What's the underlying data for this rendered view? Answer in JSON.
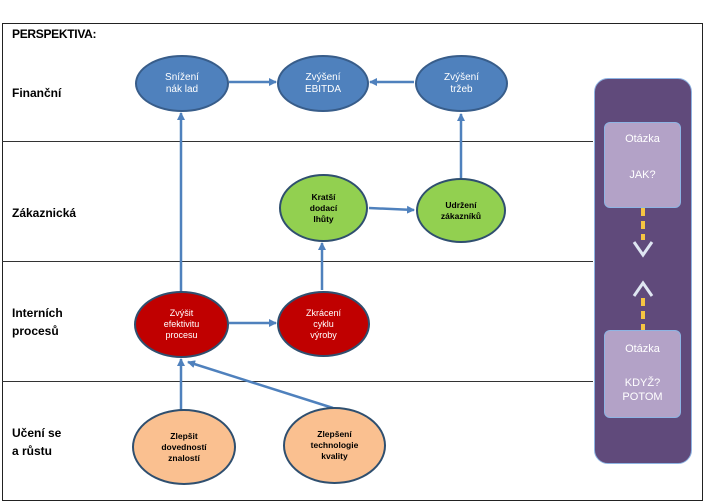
{
  "title": "PERSPEKTIVA:",
  "rows": {
    "financni": "Finanční",
    "zakaznicka": "Zákaznická",
    "interni_line1": "Interních",
    "interni_line2": "procesů",
    "uceni_line1": "Učení se",
    "uceni_line2": "a růstu"
  },
  "nodes": {
    "snizeni_nakladu": [
      "Snížení",
      "nák lad"
    ],
    "zvyseni_ebitda": [
      "Zvýšení",
      "EBITDA"
    ],
    "zvyseni_trzeb": [
      "Zvýšení",
      "tržeb"
    ],
    "kratsi_dodaci": [
      "Kratší",
      "dodací",
      "lhůty"
    ],
    "udrzeni_zakazniku": [
      "Udržení",
      "zákazníků"
    ],
    "zvysit_efektivitu": [
      "Zvýšit",
      "efektivitu",
      "procesu"
    ],
    "zkraceni_cyklu": [
      "Zkrácení",
      "cyklu",
      "výroby"
    ],
    "zlepsit_dovednosti": [
      "Zlepšit",
      "dovedností",
      "znalostí"
    ],
    "zlepseni_technologie": [
      "Zlepšení",
      "technologie",
      "kvality"
    ]
  },
  "sidebar": {
    "top_question": "Otázka",
    "top_value": "JAK?",
    "bottom_question": "Otázka",
    "bottom_value_line1": "KDYŽ?",
    "bottom_value_line2": "POTOM"
  },
  "colors": {
    "financial": "#4f81bd",
    "customer": "#92d050",
    "process": "#c00000",
    "learning": "#fac090",
    "sidebar": "#604a7b",
    "question_box": "#b3a2c7",
    "arrow": "#4f81bd",
    "dashed": "#f5c542"
  }
}
